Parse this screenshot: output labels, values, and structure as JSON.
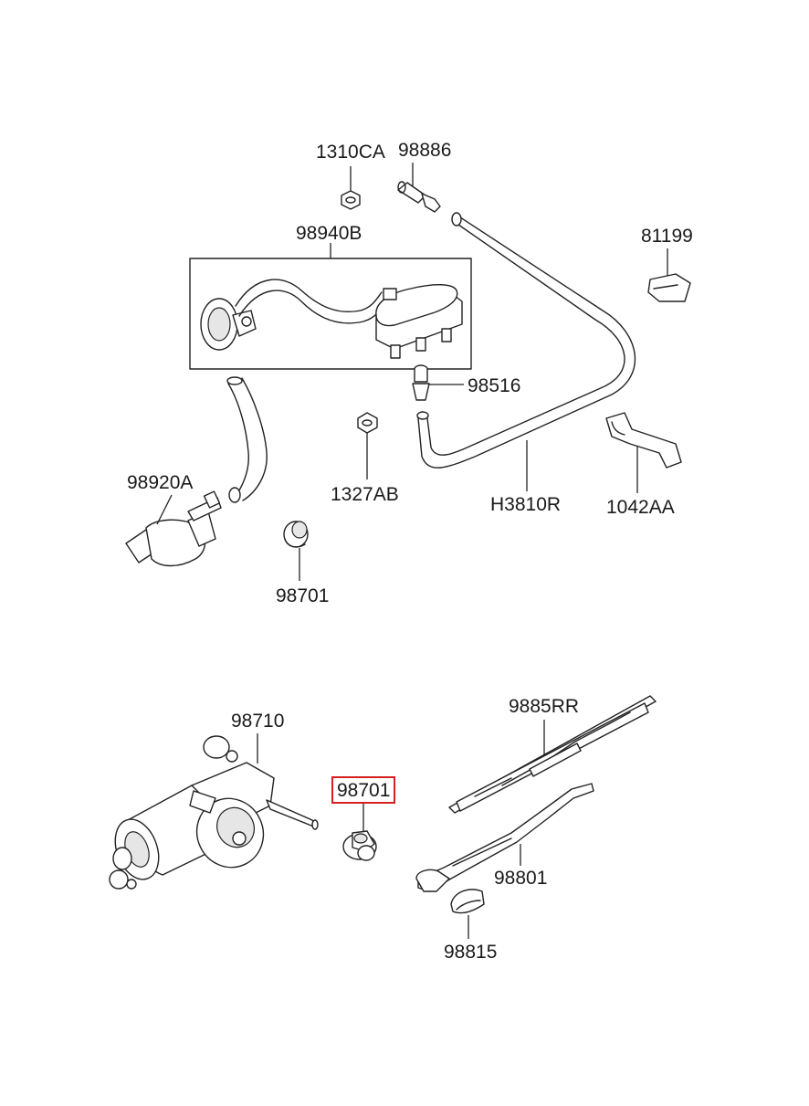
{
  "labels": {
    "p1310CA": "1310CA",
    "p98886": "98886",
    "p98940B": "98940B",
    "p81199": "81199",
    "p98516": "98516",
    "p1327AB": "1327AB",
    "p98920A": "98920A",
    "pH3810R": "H3810R",
    "p1042AA": "1042AA",
    "p98701_top": "98701",
    "p98710": "98710",
    "p98701_selected": "98701",
    "p9885RR": "9885RR",
    "p98801": "98801",
    "p98815": "98815"
  },
  "colors": {
    "highlight": "#d42020",
    "line": "#222222"
  }
}
